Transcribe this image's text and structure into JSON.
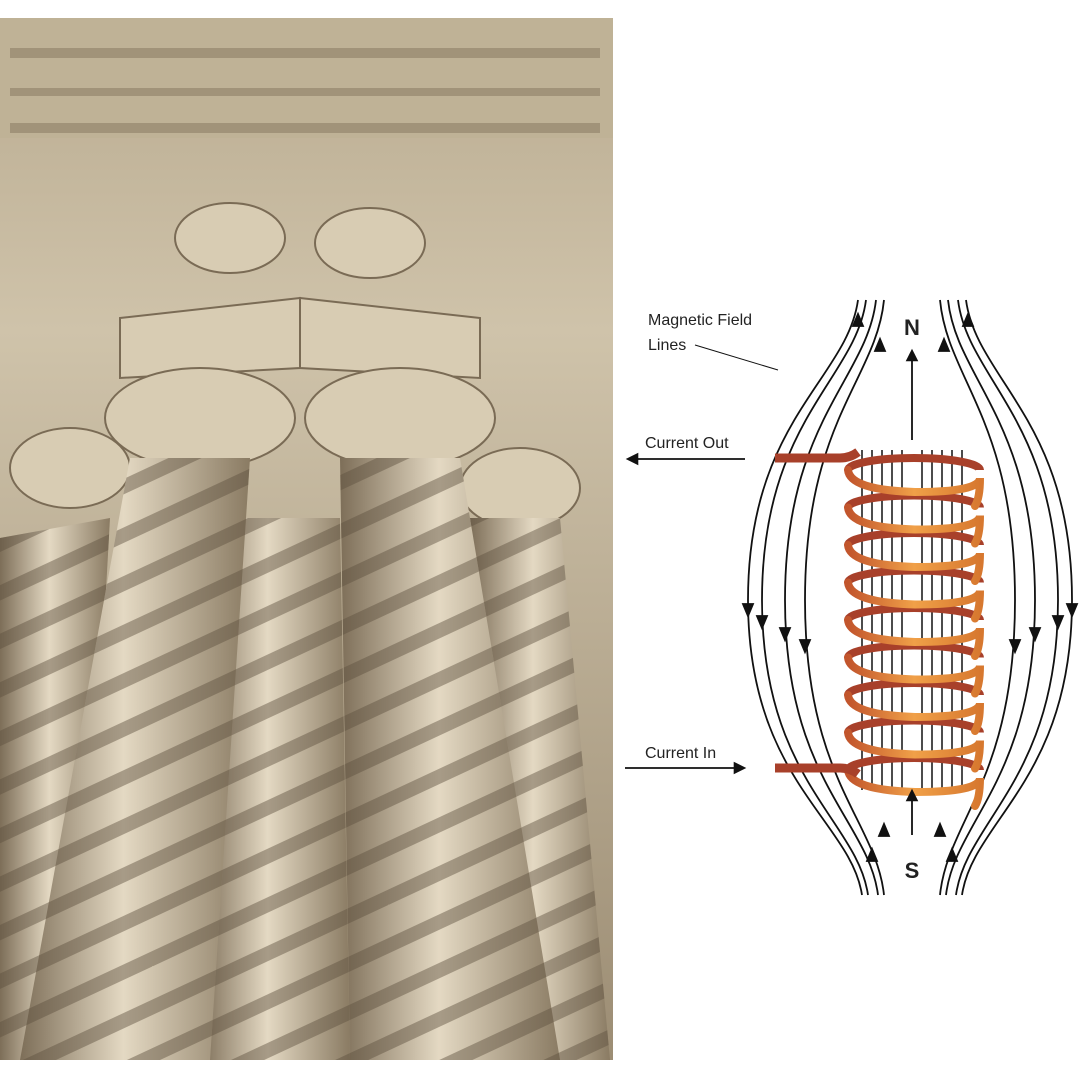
{
  "photo": {
    "subject": "twisted-stone-columns"
  },
  "diagram": {
    "labels": {
      "field_lines_line1": "Magnetic Field",
      "field_lines_line2": "Lines",
      "current_out": "Current Out",
      "current_in": "Current In",
      "north": "N",
      "south": "S"
    },
    "colors": {
      "coil_front": "#e8963c",
      "coil_back": "#a8402a",
      "field_line": "#111111",
      "stone": "#c9b99a"
    },
    "coil_turns": 9
  }
}
